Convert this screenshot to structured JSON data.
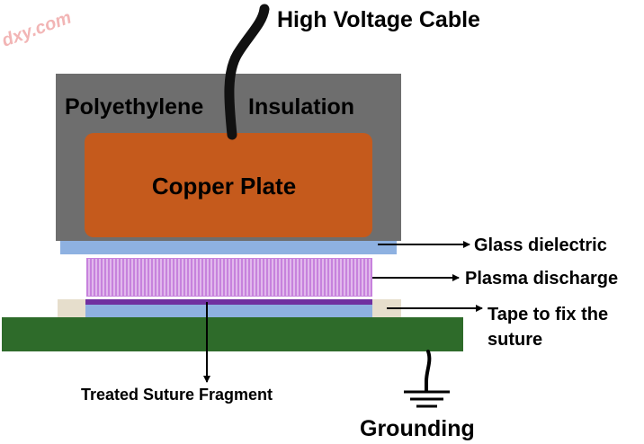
{
  "labels": {
    "cable": "High Voltage Cable",
    "insulation_left": "Polyethylene",
    "insulation_right": "Insulation",
    "copper_plate": "Copper Plate",
    "glass": "Glass dielectric",
    "plasma": "Plasma discharge",
    "tape_line1": "Tape to fix the",
    "tape_line2": "suture",
    "suture": "Treated Suture Fragment",
    "grounding": "Grounding"
  },
  "watermark": "dxy.com",
  "colors": {
    "insulation": "#6e6e6e",
    "copper": "#c55a1c",
    "glass": "#8eb1e1",
    "plasma": "#c782dd",
    "plasma_stripe": "#f2dcf7",
    "suture": "#7030a0",
    "tape": "#e6decc",
    "ground_plate": "#2e6b2a",
    "cable": "#111111",
    "watermark": "#f2b5b5"
  }
}
